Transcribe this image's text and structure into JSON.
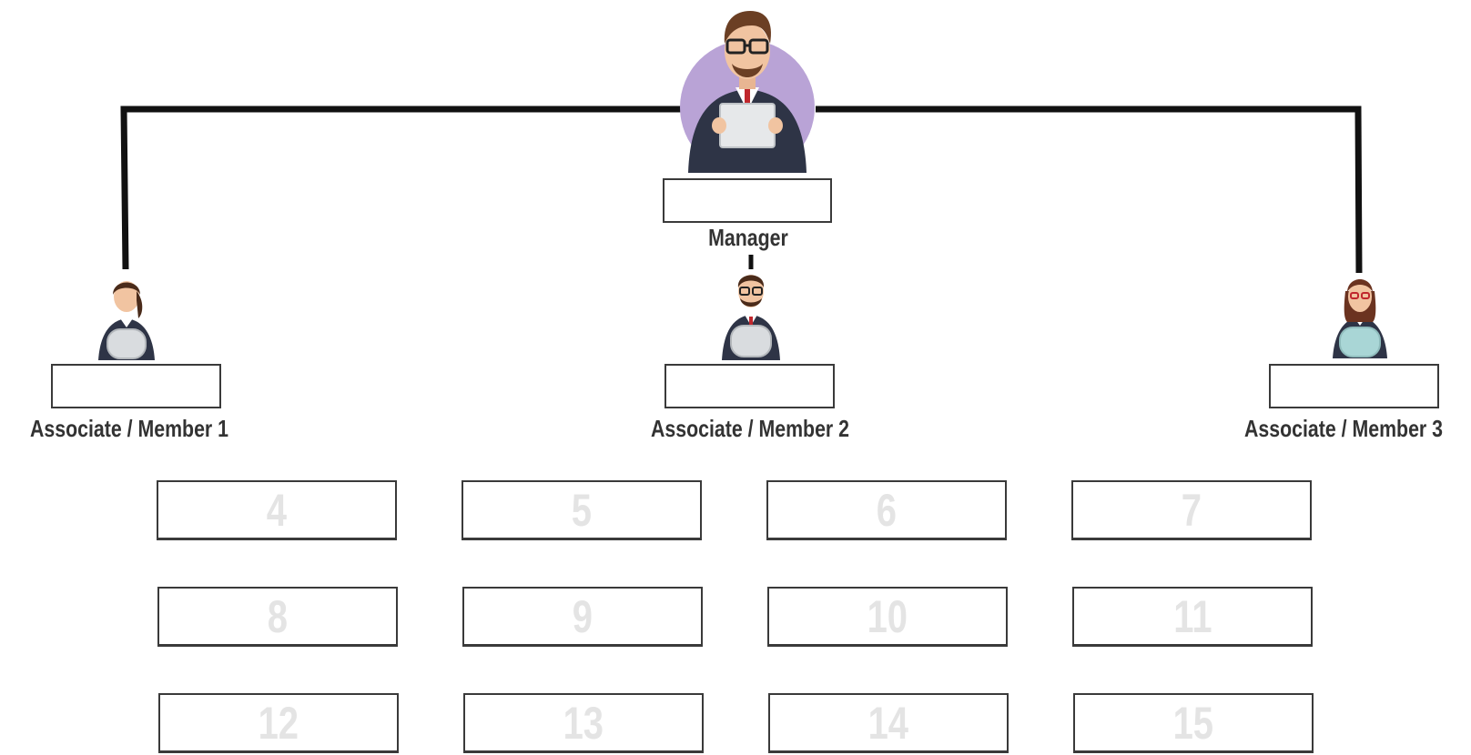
{
  "org": {
    "manager": {
      "label": "Manager",
      "name": ""
    },
    "associates": [
      {
        "label": "Associate / Member 1",
        "name": ""
      },
      {
        "label": "Associate / Member 2",
        "name": ""
      },
      {
        "label": "Associate / Member 3",
        "name": ""
      }
    ]
  },
  "slots": [
    {
      "number": "4"
    },
    {
      "number": "5"
    },
    {
      "number": "6"
    },
    {
      "number": "7"
    },
    {
      "number": "8"
    },
    {
      "number": "9"
    },
    {
      "number": "10"
    },
    {
      "number": "11"
    },
    {
      "number": "12"
    },
    {
      "number": "13"
    },
    {
      "number": "14"
    },
    {
      "number": "15"
    }
  ],
  "colors": {
    "connector": "#111111",
    "box_border": "#3a3a3a",
    "label_text": "#333333",
    "slot_number": "#e4e4e4",
    "manager_circle": "#b9a3d6"
  }
}
